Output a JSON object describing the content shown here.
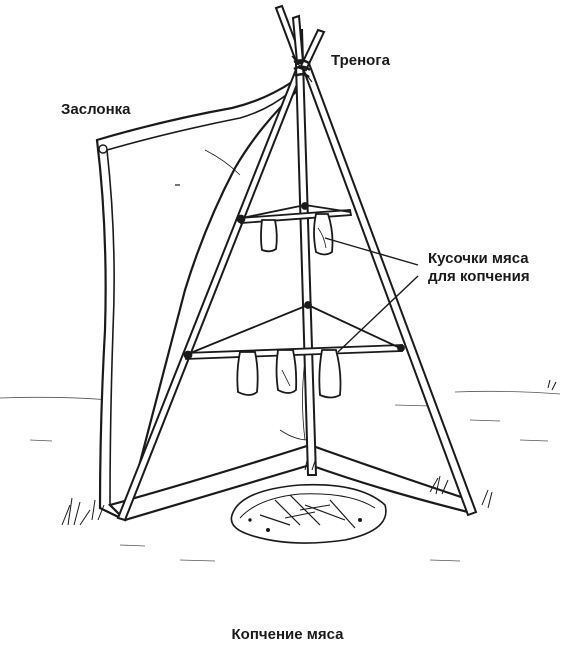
{
  "labels": {
    "tripod": "Тренога",
    "screen": "Заслонка",
    "meat_line1": "Кусочки мяса",
    "meat_line2": "для копчения"
  },
  "caption": "Копчение мяса",
  "colors": {
    "ink": "#1a1a1a",
    "background": "#ffffff"
  }
}
